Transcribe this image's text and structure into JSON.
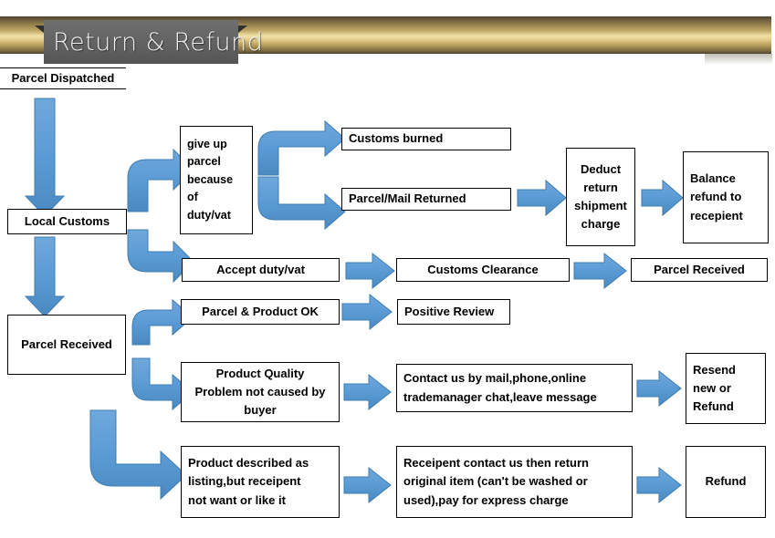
{
  "banner": {
    "title": "Return & Refund",
    "bar_gradient_light": "#f2e3a6",
    "bar_gradient_dark": "#4c4332",
    "tab_color": "#616161"
  },
  "theme": {
    "arrow_fill": "#5b9bd5",
    "arrow_stroke": "#3f7cb0",
    "box_border": "#000000",
    "box_fill": "#ffffff",
    "text_color": "#000000"
  },
  "nodes": {
    "parcel_dispatched": {
      "lines": [
        "Parcel Dispatched"
      ]
    },
    "local_customs": {
      "lines": [
        "Local Customs"
      ]
    },
    "parcel_received_left": {
      "lines": [
        "Parcel Received"
      ]
    },
    "give_up_parcel": {
      "lines": [
        "give up",
        "parcel",
        "because",
        "of",
        "duty/vat"
      ]
    },
    "customs_burned": {
      "lines": [
        "Customs burned"
      ]
    },
    "parcel_mail_returned": {
      "lines": [
        "Parcel/Mail Returned"
      ]
    },
    "deduct_return_charge": {
      "lines": [
        "Deduct",
        "return",
        "shipment",
        "charge"
      ]
    },
    "balance_refund": {
      "lines": [
        "Balance",
        "refund to",
        "recepient"
      ]
    },
    "accept_duty_vat": {
      "lines": [
        "Accept duty/vat"
      ]
    },
    "customs_clearance": {
      "lines": [
        "Customs Clearance"
      ]
    },
    "parcel_received_right": {
      "lines": [
        "Parcel Received"
      ]
    },
    "parcel_product_ok": {
      "lines": [
        "Parcel & Product OK"
      ]
    },
    "positive_review": {
      "lines": [
        "Positive Review"
      ]
    },
    "product_quality_problem": {
      "lines": [
        "Product Quality",
        "Problem not caused by",
        "buyer"
      ]
    },
    "contact_us": {
      "lines": [
        "Contact us by mail,phone,online",
        "trademanager chat,leave message"
      ]
    },
    "resend_or_refund": {
      "lines": [
        "Resend",
        "new or",
        "Refund"
      ]
    },
    "product_as_described": {
      "lines": [
        "Product described as",
        "listing,but receipent",
        "not want or like it"
      ]
    },
    "recipient_return": {
      "lines": [
        "Receipent contact us then return",
        "original item (can't be washed or",
        "used),pay for express charge"
      ]
    },
    "refund": {
      "lines": [
        "Refund"
      ]
    }
  },
  "arrows": [
    {
      "name": "arrow-dispatched-to-customs",
      "kind": "down"
    },
    {
      "name": "arrow-customs-to-received",
      "kind": "down"
    },
    {
      "name": "arrow-customs-to-giveup",
      "kind": "elbow-up-right"
    },
    {
      "name": "arrow-customs-to-accept",
      "kind": "elbow-down-right"
    },
    {
      "name": "arrow-giveup-to-burned",
      "kind": "elbow-up-right"
    },
    {
      "name": "arrow-giveup-to-returned",
      "kind": "elbow-down-right"
    },
    {
      "name": "arrow-returned-to-deduct",
      "kind": "right"
    },
    {
      "name": "arrow-deduct-to-balance",
      "kind": "right"
    },
    {
      "name": "arrow-accept-to-clearance",
      "kind": "right"
    },
    {
      "name": "arrow-clearance-to-received",
      "kind": "right"
    },
    {
      "name": "arrow-received-to-ok",
      "kind": "elbow-up-right"
    },
    {
      "name": "arrow-received-to-quality",
      "kind": "elbow-down-right"
    },
    {
      "name": "arrow-received-to-described",
      "kind": "elbow-down-right-large"
    },
    {
      "name": "arrow-ok-to-review",
      "kind": "right"
    },
    {
      "name": "arrow-quality-to-contact",
      "kind": "right"
    },
    {
      "name": "arrow-contact-to-resend",
      "kind": "right"
    },
    {
      "name": "arrow-described-to-return",
      "kind": "right"
    },
    {
      "name": "arrow-return-to-refund",
      "kind": "right"
    }
  ]
}
